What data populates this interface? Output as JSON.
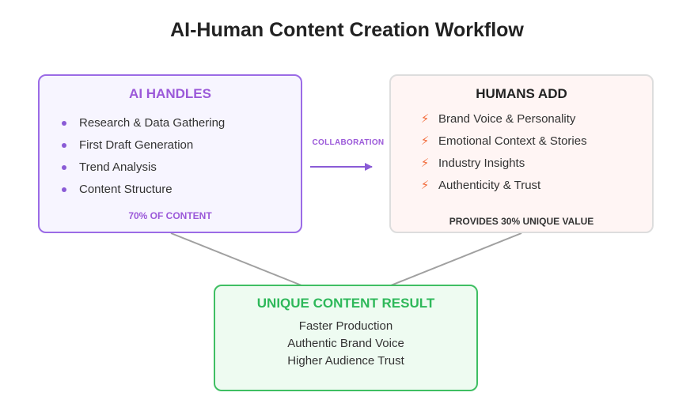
{
  "title": "AI-Human Content Creation Workflow",
  "ai_box": {
    "heading": "AI HANDLES",
    "items": [
      "Research & Data Gathering",
      "First Draft Generation",
      "Trend Analysis",
      "Content Structure"
    ],
    "footer": "70% OF CONTENT",
    "bullet_icon": "dot-icon",
    "accent": "#9b59d9"
  },
  "collaboration": {
    "label": "COLLABORATION",
    "icon": "arrow-right-icon",
    "color": "#8a5bd6"
  },
  "human_box": {
    "heading": "HUMANS ADD",
    "items": [
      "Brand Voice & Personality",
      "Emotional Context & Stories",
      "Industry Insights",
      "Authenticity & Trust"
    ],
    "footer": "PROVIDES 30% UNIQUE VALUE",
    "bullet_icon": "lightning-icon",
    "accent": "#f26b3a"
  },
  "result_box": {
    "heading": "UNIQUE CONTENT RESULT",
    "items": [
      "Faster Production",
      "Authentic Brand Voice",
      "Higher Audience Trust"
    ],
    "accent": "#2eb85a"
  }
}
